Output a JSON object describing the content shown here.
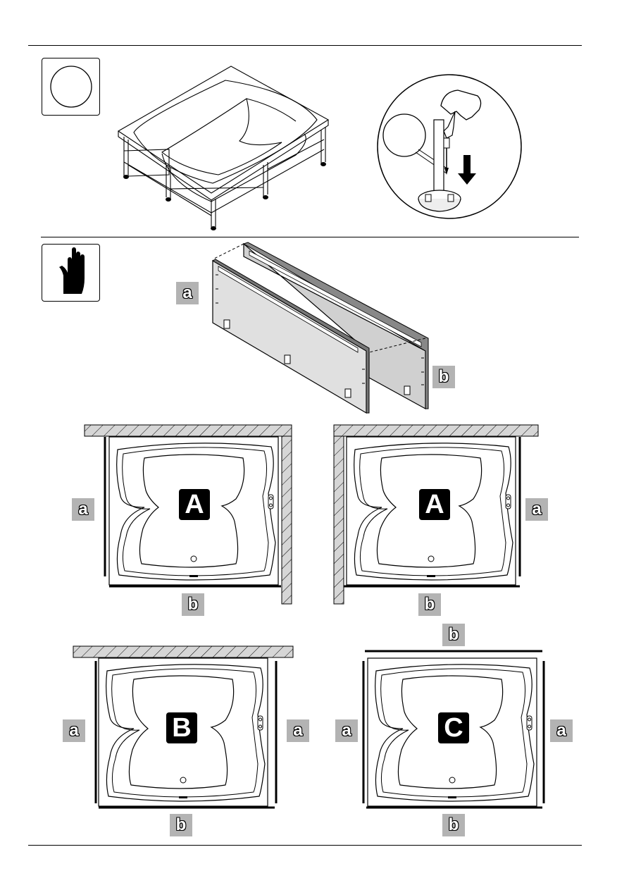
{
  "page": {
    "labels": {
      "a": "a",
      "b": "b",
      "A": "A",
      "B": "B",
      "C": "C"
    }
  },
  "section1": {
    "icon": "circle-icon"
  },
  "section2": {
    "icon": "hand-icon"
  },
  "colors": {
    "label_bg": "#b3b3b3",
    "panel_fill": "#d9d9d9",
    "wall_fill": "#d0d0d0",
    "ink": "#000000"
  }
}
